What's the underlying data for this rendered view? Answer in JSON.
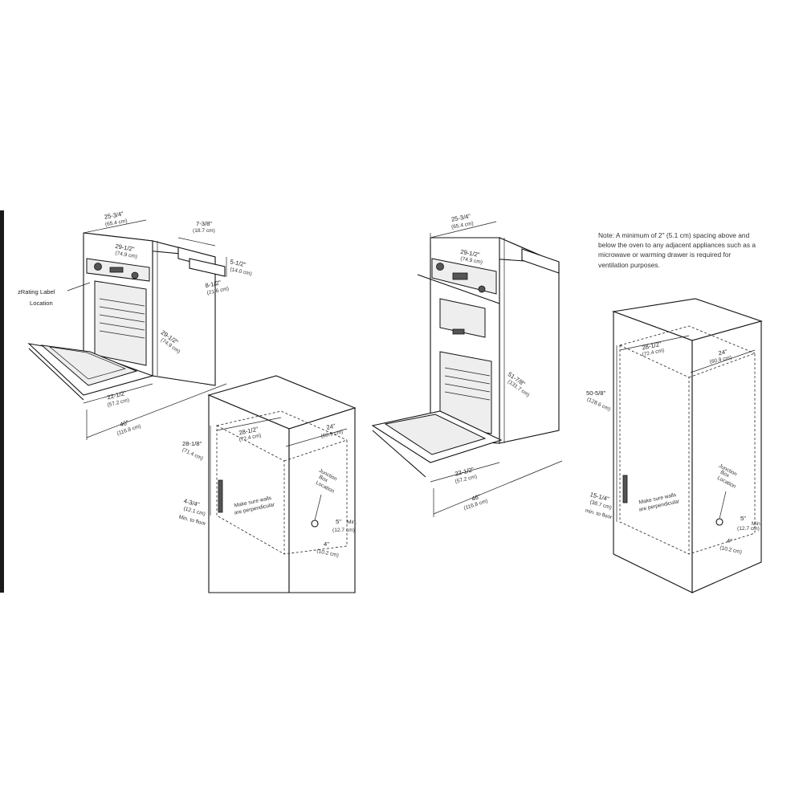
{
  "note": "Note: A minimum of 2\" (5.1 cm) spacing above and below the oven to any adjacent appliances such as a microwave or warming drawer is required for ventilation purposes.",
  "single_oven": {
    "width_top": "25-3/4\"",
    "width_top_cm": "(65.4 cm)",
    "depth_top": "29-1/2\"",
    "depth_top_cm": "(74.9 cm)",
    "rear_depth": "7-3/8\"",
    "rear_depth_cm": "(18.7 cm)",
    "rear_height": "5-1/2\"",
    "rear_height_cm": "(14.0 cm)",
    "side_height": "8-1/2\"",
    "side_height_cm": "(21.6 cm)",
    "height": "29-1/2\"",
    "height_cm": "(74.9 cm)",
    "door_width": "22-1/2\"",
    "door_width_cm": "(57.2 cm)",
    "total_depth": "46\"",
    "total_depth_cm": "(116.8 cm)",
    "rating_label": [
      "zRating Label",
      "Location"
    ]
  },
  "single_cutout": {
    "width": "28-1/2\"",
    "width_cm": "(72.4 cm)",
    "depth": "24\"",
    "depth_cm": "(60.9 cm)",
    "height": "28-1/8\"",
    "height_cm": "(71.4 cm)",
    "floor": "4-3/4\"",
    "floor_cm": "(12.1 cm)",
    "floor_note": [
      "Min. to floor"
    ],
    "walls_note": [
      "Make sure walls",
      "are perpendicular"
    ],
    "junction": [
      "Junction",
      "Box",
      "Location"
    ],
    "jb_height": "5\"",
    "jb_height_cm": "(12.7 cm)",
    "jb_min": "Min.",
    "jb_offset": "4\"",
    "jb_offset_cm": "(10.2 cm)"
  },
  "double_oven": {
    "width_top": "25-3/4\"",
    "width_top_cm": "(65.4 cm)",
    "depth_top": "29-1/2\"",
    "depth_top_cm": "(74.9 cm)",
    "height": "51-7/8\"",
    "height_cm": "(131.7 cm)",
    "door_width": "22-1/2\"",
    "door_width_cm": "(57.2 cm)",
    "total_depth": "46\"",
    "total_depth_cm": "(116.8 cm)"
  },
  "double_cutout": {
    "width": "28-1/2\"",
    "width_cm": "(72.4 cm)",
    "depth": "24\"",
    "depth_cm": "(60.9 cm)",
    "height": "50-5/8\"",
    "height_cm": "(128.6 cm)",
    "floor": "15-1/4\"",
    "floor_cm": "(38.7 cm)",
    "floor_note": [
      "min. to floor"
    ],
    "walls_note": [
      "Make sure walls",
      "are perpendicular"
    ],
    "junction": [
      "Junction",
      "Box",
      "Location"
    ],
    "jb_height": "5\"",
    "jb_height_cm": "(12.7 cm)",
    "jb_min": "Min.",
    "jb_offset": "4\"",
    "jb_offset_cm": "(10.2 cm)"
  }
}
